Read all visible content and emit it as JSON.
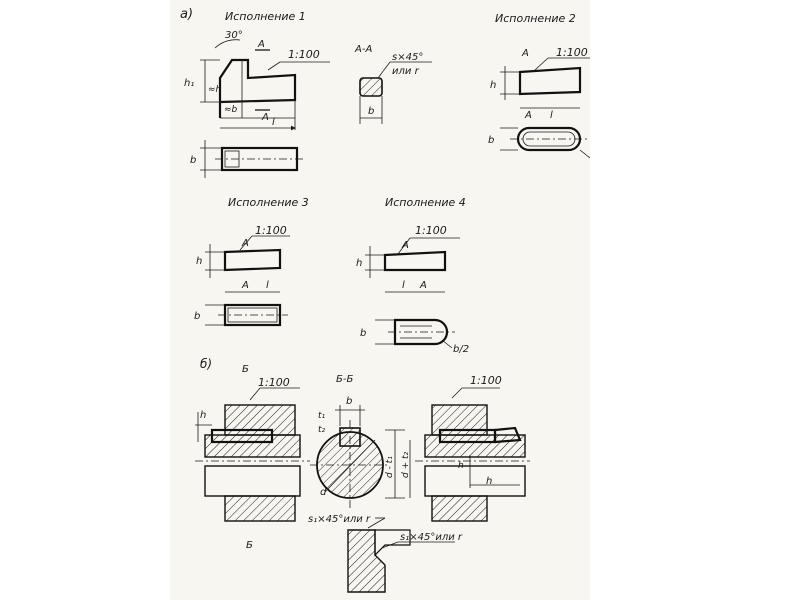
{
  "section_labels": {
    "a": "а)",
    "b": "б)"
  },
  "headings": {
    "v1": "Исполнение 1",
    "v2": "Исполнение 2",
    "v3": "Исполнение 3",
    "v4": "Исполнение 4"
  },
  "dims": {
    "angle": "30°",
    "taper": "1:100",
    "section_aa": "А-А",
    "chamfer": "s×45°",
    "chamfer_alt": "или r",
    "chamfer1": "s₁×45°или r",
    "section_bb": "Б-Б",
    "cut_a": "А",
    "cut_b": "Б",
    "h": "h",
    "h1": "h₁",
    "b": "b",
    "l": "l",
    "approx_b": "≈b",
    "approx_h": "≈h",
    "h_small": "h",
    "t1": "t₁",
    "t2": "t₂",
    "d": "d",
    "d_minus_t1": "d - t₁",
    "d_plus_t2": "d + t₂",
    "b_half": "b/2"
  }
}
